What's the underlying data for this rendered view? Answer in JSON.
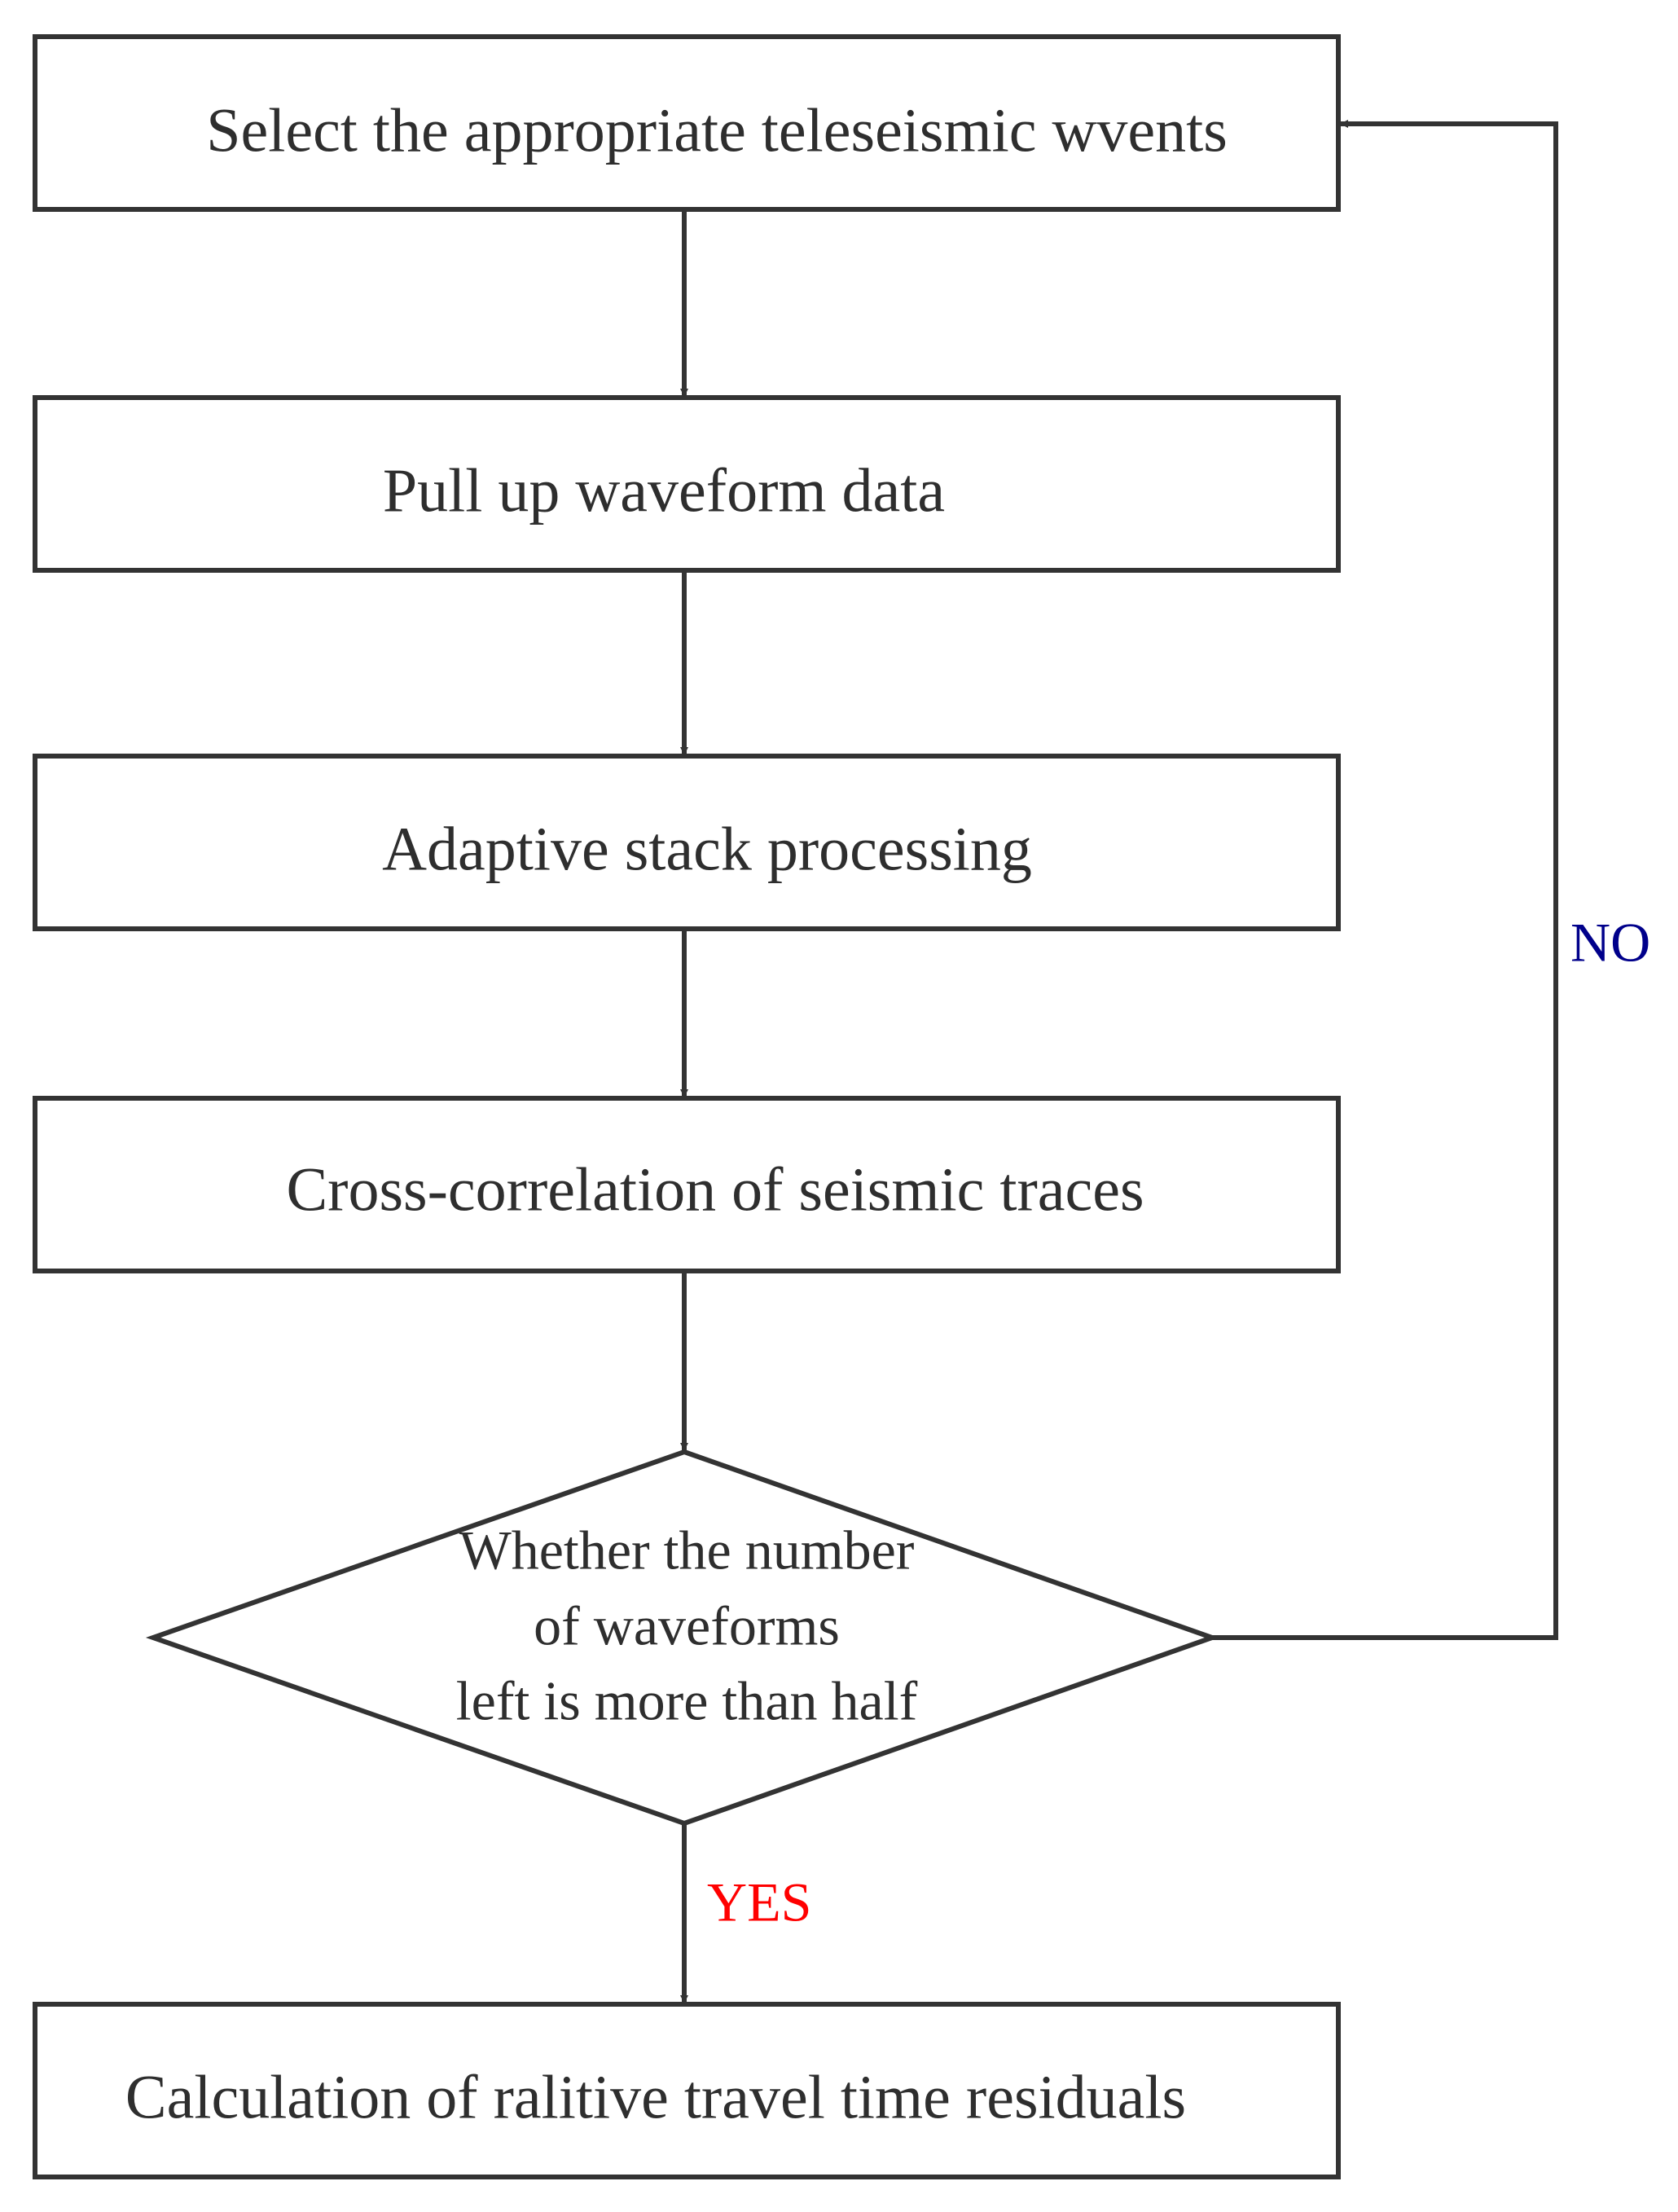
{
  "flowchart": {
    "steps": [
      {
        "id": "select-events",
        "label": "Select the appropriate teleseismic wvents"
      },
      {
        "id": "pull-waveform",
        "label": "Pull up waveform data"
      },
      {
        "id": "adaptive-stack",
        "label": "Adaptive stack processing"
      },
      {
        "id": "cross-correlation",
        "label": "Cross-correlation of seismic traces"
      },
      {
        "id": "calculation",
        "label": "Calculation of ralitive travel time residuals"
      }
    ],
    "decision": {
      "lines": [
        "Whether the number",
        "of waveforms",
        "left is more than half"
      ]
    },
    "branches": {
      "yes": {
        "label": "YES",
        "color": "#ff0000"
      },
      "no": {
        "label": "NO",
        "color": "#00008b"
      }
    },
    "colors": {
      "stroke": "#333333",
      "text": "#2e2e2e"
    }
  }
}
